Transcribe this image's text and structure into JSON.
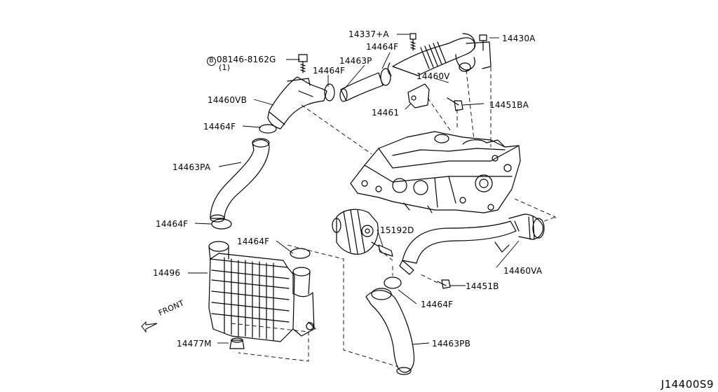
{
  "diagram": {
    "parts": {
      "p14337A": "14337+A",
      "p14430A": "14430A",
      "p14464F_top": "14464F",
      "p14463P": "14463P",
      "p14464F_b": "14464F",
      "p08146_code": "08146-8162G",
      "p08146_circle": "B",
      "p08146_qty": "(1)",
      "p14460VB": "14460VB",
      "p14460V": "14460V",
      "p14451BA": "14451BA",
      "p14461": "14461",
      "p14464F_c": "14464F",
      "p14463PA": "14463PA",
      "p14464F_d": "14464F",
      "p14464F_e": "14464F",
      "p15192D": "15192D",
      "p14496": "14496",
      "p14460VA": "14460VA",
      "p14451B": "14451B",
      "p14464F_f": "14464F",
      "p14463PB": "14463PB",
      "p14477M": "14477M"
    },
    "front_label": "FRONT",
    "diagram_code": "J14400S9"
  }
}
